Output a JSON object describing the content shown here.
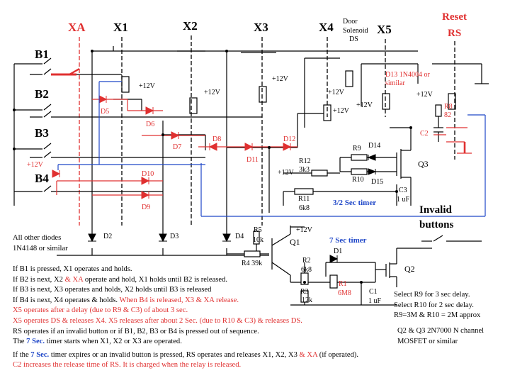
{
  "relays": {
    "xa": "XA",
    "x1": "X1",
    "x2": "X2",
    "x3": "X3",
    "x4": "X4",
    "x5": "X5",
    "door_line1": "Door",
    "door_line2": "Solenoid",
    "door_line3": "DS",
    "reset_line1": "Reset",
    "reset_line2": "RS"
  },
  "buttons": {
    "b1": "B1",
    "b2": "B2",
    "b3": "B3",
    "b4": "B4"
  },
  "supply": {
    "v12": "+12V"
  },
  "diodes": {
    "d1": "D1",
    "d2": "D2",
    "d3": "D3",
    "d4": "D4",
    "d5": "D5",
    "d6": "D6",
    "d7": "D7",
    "d8": "D8",
    "d9": "D9",
    "d10": "D10",
    "d11": "D11",
    "d12": "D12",
    "d13": "D13 1N4004 or",
    "d13b": "similar",
    "d14": "D14",
    "d15": "D15"
  },
  "resistors": {
    "r1": "R1",
    "r1v": "6M8",
    "r2": "R2",
    "r2v": "6k8",
    "r3": "R3",
    "r3v": "12k",
    "r4": "R4  39k",
    "r5": "R5",
    "r5v": "10k",
    "r8": "R8",
    "r8v": "82",
    "r9": "R9",
    "r10": "R10",
    "r11": "R11",
    "r11v": "6k8",
    "r12": "R12",
    "r12v": "3k3"
  },
  "caps": {
    "c1": "C1",
    "c1v": "1 uF",
    "c2": "C2",
    "c3": "C3",
    "c3v": "1 uF"
  },
  "transistors": {
    "q1": "Q1",
    "q2": "Q2",
    "q3": "Q3"
  },
  "timers": {
    "t32": "3/2 Sec timer",
    "t7": "7 Sec timer"
  },
  "invalid": {
    "line1": "Invalid",
    "line2": "buttons"
  },
  "diode_note": {
    "line1": "All other diodes",
    "line2": "1N4148 or similar"
  },
  "notes": {
    "n1": "If B1 is pressed, X1 operates and holds.",
    "n2a": "If B2 is next, X2 ",
    "n2b": "& XA",
    "n2c": " operate and hold, X1 holds until B2 is released.",
    "n3": "If B3 is next, X3 operates and holds, X2 holds until B3 is released",
    "n4a": "If B4 is next, X4 operates & holds.  ",
    "n4b": "When B4 is released, X3 & XA release.",
    "n5": "X5 operates after a delay (due to R9 & C3) of about 3 sec.",
    "n6": "X5 operates DS & releases X4. X5 releases after about 2 Sec. (due to R10 & C3) & releases DS.",
    "n7": "RS operates if an invalid button or if B1, B2, B3 or B4 is pressed out of sequence.",
    "n8a": "The ",
    "n8b": "7 Sec.",
    "n8c": " timer starts when X1, X2 or X3 are operated.",
    "n9a": "If the ",
    "n9b": "7 Sec.",
    "n9c": " timer expires or an invalid button is pressed, RS operates and releases X1, X2, X3 ",
    "n9d": "& XA",
    "n9e": " (if operated).",
    "n10": "C2 increases the release time of RS.  It is charged when the relay is released."
  },
  "right_notes": {
    "l1": "Select R9 for 3 sec delay.",
    "l2": "Select R10 for 2 sec delay.",
    "l3": "R9=3M & R10 = 2M approx"
  },
  "mosfet_note": {
    "l1": "Q2 & Q3 2N7000 N channel",
    "l2": "MOSFET or similar"
  },
  "colors": {
    "red": "#e03030",
    "blue": "#1f47c8",
    "black": "#000000"
  }
}
